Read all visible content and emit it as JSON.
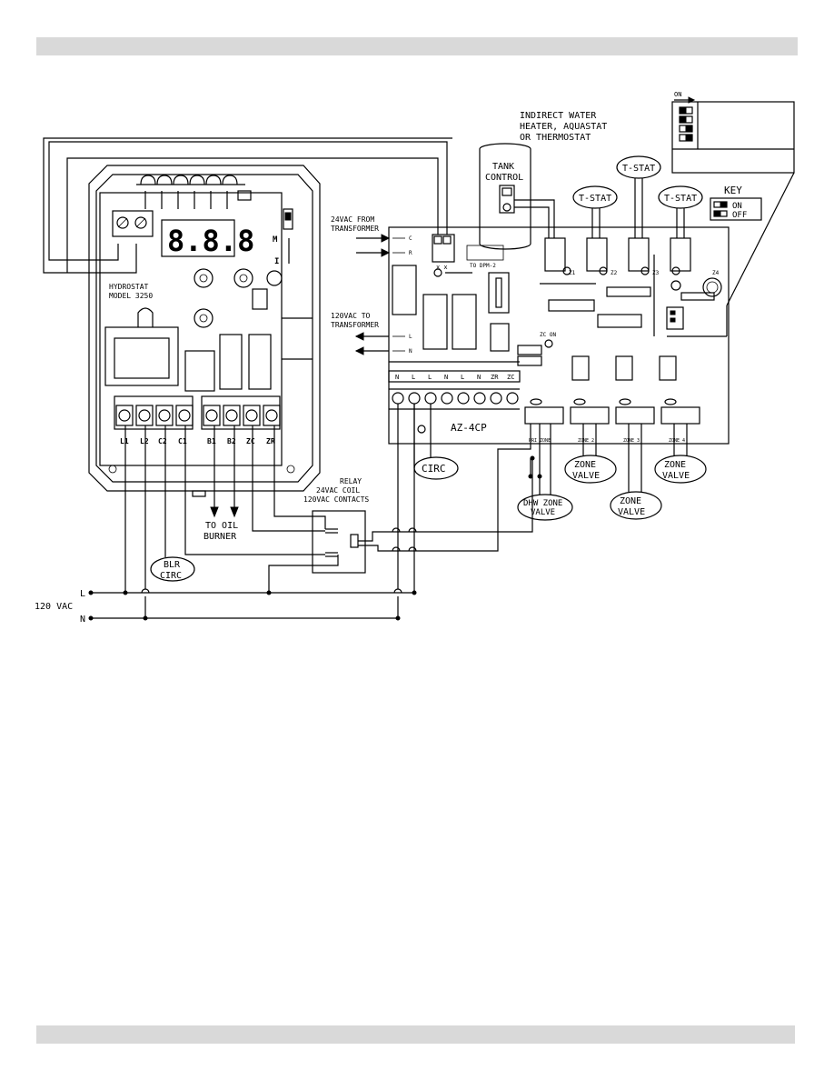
{
  "hydrostat": {
    "title_line1": "HYDROSTAT",
    "title_line2": "MODEL 3250",
    "terminals": [
      "L1",
      "L2",
      "C2",
      "C1",
      "B1",
      "B2",
      "ZC",
      "ZR"
    ]
  },
  "az4cp": {
    "model": "AZ-4CP",
    "power_terminals": [
      "N",
      "L",
      "L",
      "N",
      "L",
      "N",
      "ZR",
      "ZC"
    ],
    "to_dpm": "TO DPM-2",
    "zc_on": "ZC ON",
    "zone_labels": [
      "Z1",
      "Z2",
      "Z3",
      "Z4"
    ],
    "zone_terminal_labels": [
      "PRI ZONE",
      "ZONE 2",
      "ZONE 3",
      "ZONE 4"
    ]
  },
  "labels": {
    "indirect": [
      "INDIRECT WATER",
      "HEATER, AQUASTAT",
      "OR THERMOSTAT"
    ],
    "tank_control": [
      "TANK",
      "CONTROL"
    ],
    "tstat": "T-STAT",
    "vac24_from": [
      "24VAC FROM",
      "TRANSFORMER"
    ],
    "vac120_to": [
      "120VAC TO",
      "TRANSFORMER"
    ],
    "c_terminal": "C",
    "r_terminal": "R",
    "l_terminal": "L",
    "n_terminal": "N",
    "circ": "CIRC",
    "zone_valve": [
      "ZONE",
      "VALVE"
    ],
    "dhw_zone_valve": [
      "DHW ZONE",
      "VALVE"
    ],
    "relay": [
      "RELAY",
      "24VAC COIL",
      "120VAC CONTACTS"
    ],
    "to_oil_burner": [
      "TO OIL",
      "BURNER"
    ],
    "blr_circ": [
      "BLR",
      "CIRC"
    ],
    "line_l": "L",
    "line_n": "N",
    "vac120": "120 VAC"
  },
  "key": {
    "title": "KEY",
    "on": "ON",
    "off": "OFF",
    "dip_on": "ON"
  }
}
